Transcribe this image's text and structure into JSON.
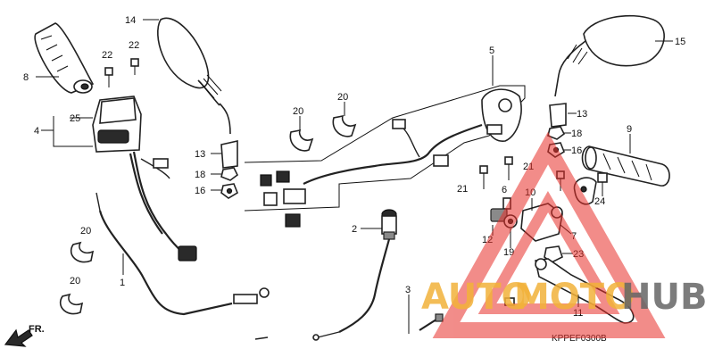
{
  "diagram_code": "KPPEF0300B",
  "direction_label": "FR.",
  "watermark": {
    "part1": "AUTO",
    "part2": "MOTO",
    "part3": "HUB",
    "color_orange": "#f2b23a",
    "color_grey": "#666666",
    "triangle_color": "#e8302a"
  },
  "callouts": {
    "c1": "1",
    "c2": "2",
    "c3": "3",
    "c4": "4",
    "c5": "5",
    "c6": "6",
    "c7": "7",
    "c8": "8",
    "c9": "9",
    "c10": "10",
    "c11": "11",
    "c12": "12",
    "c13a": "13",
    "c13b": "13",
    "c14": "14",
    "c15": "15",
    "c16a": "16",
    "c16b": "16",
    "c18a": "18",
    "c18b": "18",
    "c19": "19",
    "c20a": "20",
    "c20b": "20",
    "c20c": "20",
    "c20d": "20",
    "c21a": "21",
    "c21b": "21",
    "c22a": "22",
    "c22b": "22",
    "c23": "23",
    "c24": "24",
    "c25": "25"
  }
}
